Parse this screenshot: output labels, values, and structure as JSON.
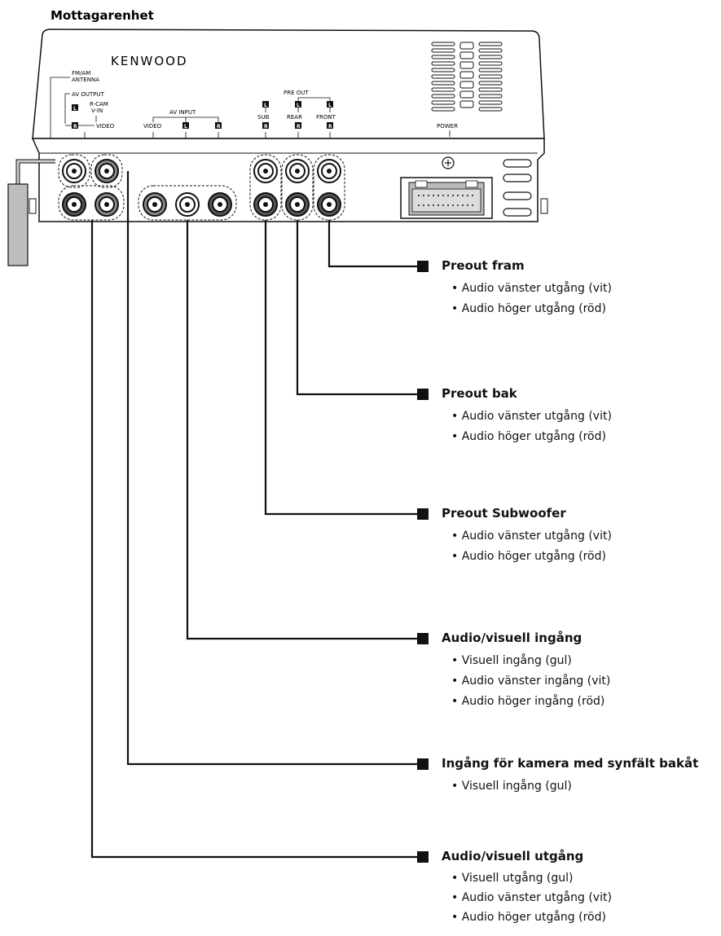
{
  "unit_title": "Mottagarenhet",
  "device": {
    "brand": "KENWOOD",
    "labels": {
      "fm_am_1": "FM/AM",
      "fm_am_2": "ANTENNA",
      "av_output": "AV OUTPUT",
      "rcam_1": "R-CAM",
      "rcam_2": "V-IN",
      "video_out": "VIDEO",
      "av_input": "AV INPUT",
      "video_in": "VIDEO",
      "pre_out": "PRE OUT",
      "sub": "SUB",
      "rear": "REAR",
      "front": "FRONT",
      "power": "POWER",
      "L": "L",
      "R": "R"
    }
  },
  "callouts": [
    {
      "title": "Preout fram",
      "items": [
        "• Audio vänster utgång (vit)",
        "• Audio höger utgång (röd)"
      ]
    },
    {
      "title": "Preout bak",
      "items": [
        "• Audio vänster utgång (vit)",
        "• Audio höger utgång (röd)"
      ]
    },
    {
      "title": " Preout Subwoofer",
      "items": [
        "• Audio vänster utgång (vit)",
        "• Audio höger utgång (röd)"
      ]
    },
    {
      "title": "Audio/visuell ingång",
      "items": [
        "• Visuell ingång (gul)",
        "• Audio vänster ingång (vit)",
        "• Audio höger ingång (röd)"
      ]
    },
    {
      "title": "Ingång för kamera med synfält bakåt",
      "items": [
        "• Visuell ingång (gul)"
      ]
    },
    {
      "title": "Audio/visuell utgång",
      "items": [
        "• Visuell utgång (gul)",
        "• Audio vänster utgång (vit)",
        "• Audio höger utgång (röd)"
      ]
    }
  ]
}
